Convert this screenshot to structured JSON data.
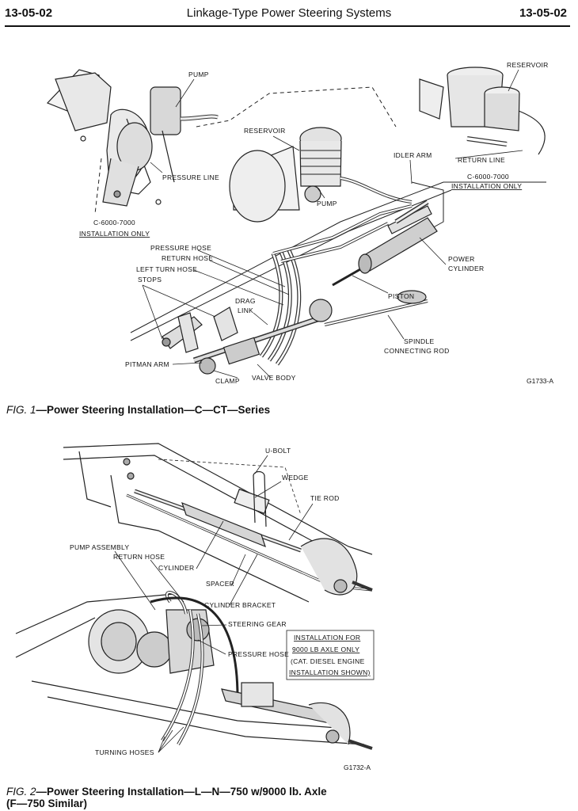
{
  "header": {
    "left_code": "13-05-02",
    "title": "Linkage-Type Power Steering Systems",
    "right_code": "13-05-02"
  },
  "fig1": {
    "labels": {
      "pump_top": "PUMP",
      "pressure_line": "PRESSURE LINE",
      "reservoir_center": "RESERVOIR",
      "pump_center": "PUMP",
      "reservoir_right": "RESERVOIR",
      "return_line": "RETURN LINE",
      "install_right_1": "C-6000-7000",
      "install_right_2": "INSTALLATION ONLY",
      "idler_arm": "IDLER ARM",
      "install_left_1": "C-6000-7000",
      "install_left_2": "INSTALLATION ONLY",
      "pressure_hose": "PRESSURE HOSE",
      "return_hose": "RETURN HOSE",
      "left_turn_hose": "LEFT TURN HOSE",
      "stops": "STOPS",
      "drag": "DRAG",
      "link": "LINK",
      "power": "POWER",
      "cylinder": "CYLINDER",
      "piston": "PISTON",
      "spindle": "SPINDLE",
      "connecting_rod": "CONNECTING ROD",
      "pitman_arm": "PITMAN ARM",
      "clamp": "CLAMP",
      "valve_body": "VALVE BODY"
    },
    "code": "G1733-A",
    "caption_prefix": "FIG. 1",
    "caption_text": "—Power Steering Installation—C—CT—Series"
  },
  "fig2": {
    "labels": {
      "u_bolt": "U-BOLT",
      "wedge": "WEDGE",
      "tie_rod": "TIE ROD",
      "pump_assembly": "PUMP ASSEMBLY",
      "return_hose": "RETURN HOSE",
      "cylinder": "CYLINDER",
      "spacer": "SPACER",
      "cylinder_bracket": "CYLINDER BRACKET",
      "steering_gear": "STEERING GEAR",
      "pressure_hose": "PRESSURE HOSE",
      "install_1": "INSTALLATION FOR",
      "install_2": "9000 LB AXLE ONLY",
      "install_3": "(CAT. DIESEL ENGINE",
      "install_4": "INSTALLATION SHOWN)",
      "turning_hoses": "TURNING HOSES"
    },
    "code": "G1732-A",
    "caption_prefix": "FIG. 2",
    "caption_text": "—Power Steering Installation—L—N—750 w/9000 lb. Axle",
    "caption_line2": "(F—750 Similar)"
  }
}
